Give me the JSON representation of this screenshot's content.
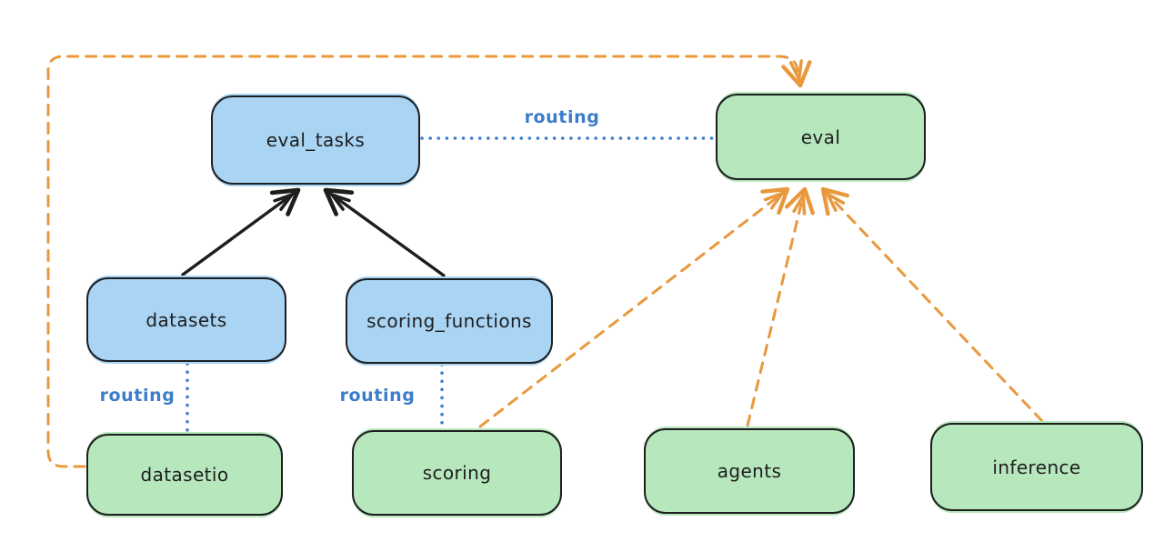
{
  "nodes": {
    "eval_tasks": {
      "label": "eval_tasks",
      "fill": "blue"
    },
    "eval": {
      "label": "eval",
      "fill": "green"
    },
    "datasets": {
      "label": "datasets",
      "fill": "blue"
    },
    "scoring_functions": {
      "label": "scoring_functions",
      "fill": "blue"
    },
    "datasetio": {
      "label": "datasetio",
      "fill": "green"
    },
    "scoring": {
      "label": "scoring",
      "fill": "green"
    },
    "agents": {
      "label": "agents",
      "fill": "green"
    },
    "inference": {
      "label": "inference",
      "fill": "green"
    }
  },
  "edge_labels": {
    "eval_tasks_eval": "routing",
    "datasets_datasetio": "routing",
    "scoring_functions_scoring": "routing"
  },
  "edges": [
    {
      "from": "datasets",
      "to": "eval_tasks",
      "style": "solid-black-arrow"
    },
    {
      "from": "scoring_functions",
      "to": "eval_tasks",
      "style": "solid-black-arrow"
    },
    {
      "from": "eval_tasks",
      "to": "eval",
      "style": "dotted-blue",
      "label": "routing"
    },
    {
      "from": "datasets",
      "to": "datasetio",
      "style": "dotted-blue",
      "label": "routing"
    },
    {
      "from": "scoring_functions",
      "to": "scoring",
      "style": "dotted-blue",
      "label": "routing"
    },
    {
      "from": "datasetio",
      "to": "eval",
      "style": "dashed-orange-arrow"
    },
    {
      "from": "scoring",
      "to": "eval",
      "style": "dashed-orange-arrow"
    },
    {
      "from": "agents",
      "to": "eval",
      "style": "dashed-orange-arrow"
    },
    {
      "from": "inference",
      "to": "eval",
      "style": "dashed-orange-arrow"
    }
  ],
  "colors": {
    "blue_fill": "#a9d4f4",
    "green_fill": "#b7e7bd",
    "stroke": "#1e1e1e",
    "orange_accent": "#e8993e",
    "blue_accent": "#3d7cc9",
    "background": "#ffffff"
  }
}
